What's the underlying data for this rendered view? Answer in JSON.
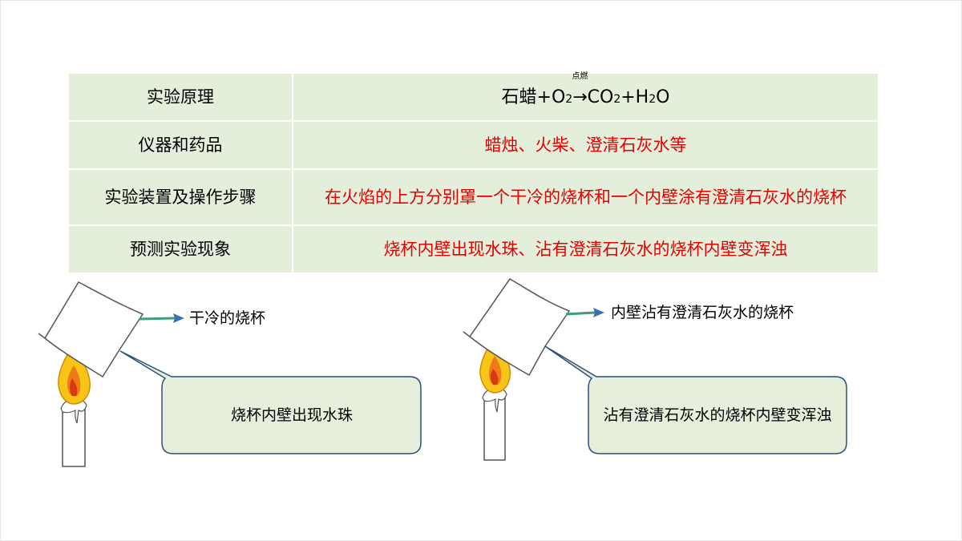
{
  "table": {
    "rows": [
      {
        "key": "实验原理",
        "value": ""
      },
      {
        "key": "仪器和药品",
        "value": "蜡烛、火柴、澄清石灰水等"
      },
      {
        "key": "实验装置及操作步骤",
        "value": "在火焰的上方分别罩一个干冷的烧杯和一个内壁涂有澄清石灰水的烧杯"
      },
      {
        "key": "预测实验现象",
        "value": "烧杯内壁出现水珠、沾有澄清石灰水的烧杯内壁变浑浊"
      }
    ],
    "equation": {
      "reactant1": "石蜡+O",
      "sub1": "2",
      "condition": "点燃",
      "arrow": "→",
      "product1": "CO",
      "sub2": "2",
      "plus": "+H",
      "sub3": "2",
      "tail": "O"
    }
  },
  "left_scene": {
    "beaker_label": "干冷的烧杯",
    "callout": "烧杯内壁出现水珠"
  },
  "right_scene": {
    "beaker_label": "内壁沾有澄清石灰水的烧杯",
    "callout": "沾有澄清石灰水的烧杯内壁变浑浊"
  },
  "colors": {
    "cell_bg": "#e3eedb",
    "highlight_text": "#e60000",
    "callout_bg": "#e6efdc",
    "callout_border": "#2d4f7c",
    "arrow": "#3a6fb0"
  }
}
